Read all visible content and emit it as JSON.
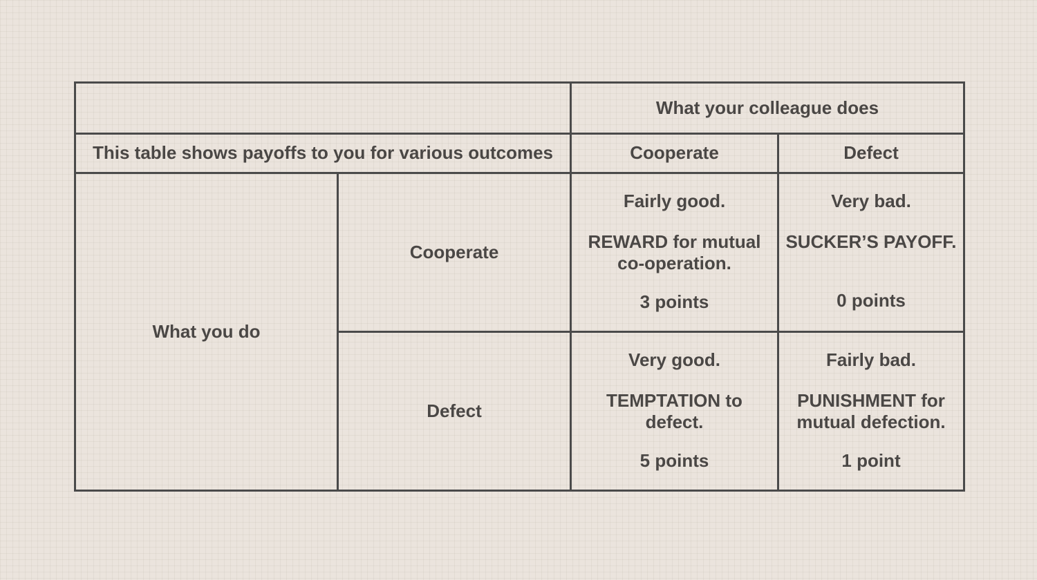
{
  "table": {
    "colleague_header": "What your colleague does",
    "subtitle": "This table shows payoffs to you for various outcomes",
    "col_cooperate": "Cooperate",
    "col_defect": "Defect",
    "you_label": "What you do",
    "row_cooperate": "Cooperate",
    "row_defect": "Defect",
    "cells": {
      "cc": {
        "desc": "Fairly good.",
        "name": "REWARD for mutual co-operation.",
        "points": "3 points"
      },
      "cd": {
        "desc": "Very bad.",
        "name": "SUCKER’S PAYOFF.",
        "points": "0 points"
      },
      "dc": {
        "desc": "Very good.",
        "name": "TEMPTATION to defect.",
        "points": "5 points"
      },
      "dd": {
        "desc": "Fairly bad.",
        "name": "PUNISHMENT for mutual defection.",
        "points": "1 point"
      }
    }
  }
}
